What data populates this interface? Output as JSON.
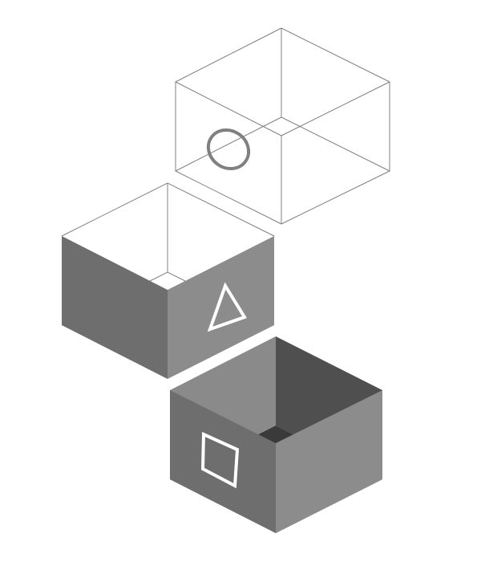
{
  "figure": {
    "background": "#ffffff",
    "boxes": [
      {
        "id": "top",
        "style": "wireframe",
        "shape_symbol": "circle",
        "stroke_color": "#808080",
        "symbol_color": "#808080"
      },
      {
        "id": "middle",
        "style": "solid-open-top",
        "shape_symbol": "triangle",
        "left_face_color": "#6e6e6e",
        "right_face_color": "#8c8c8c",
        "symbol_color": "#ffffff"
      },
      {
        "id": "bottom",
        "style": "solid-open-top",
        "shape_symbol": "square",
        "front_left_color": "#6e6e6e",
        "front_right_color": "#8c8c8c",
        "back_wall_color": "#4f4f4f",
        "inner_left_wall_color": "#8a8a8a",
        "floor_color": "#3a3a3a",
        "symbol_color": "#ffffff"
      }
    ]
  }
}
